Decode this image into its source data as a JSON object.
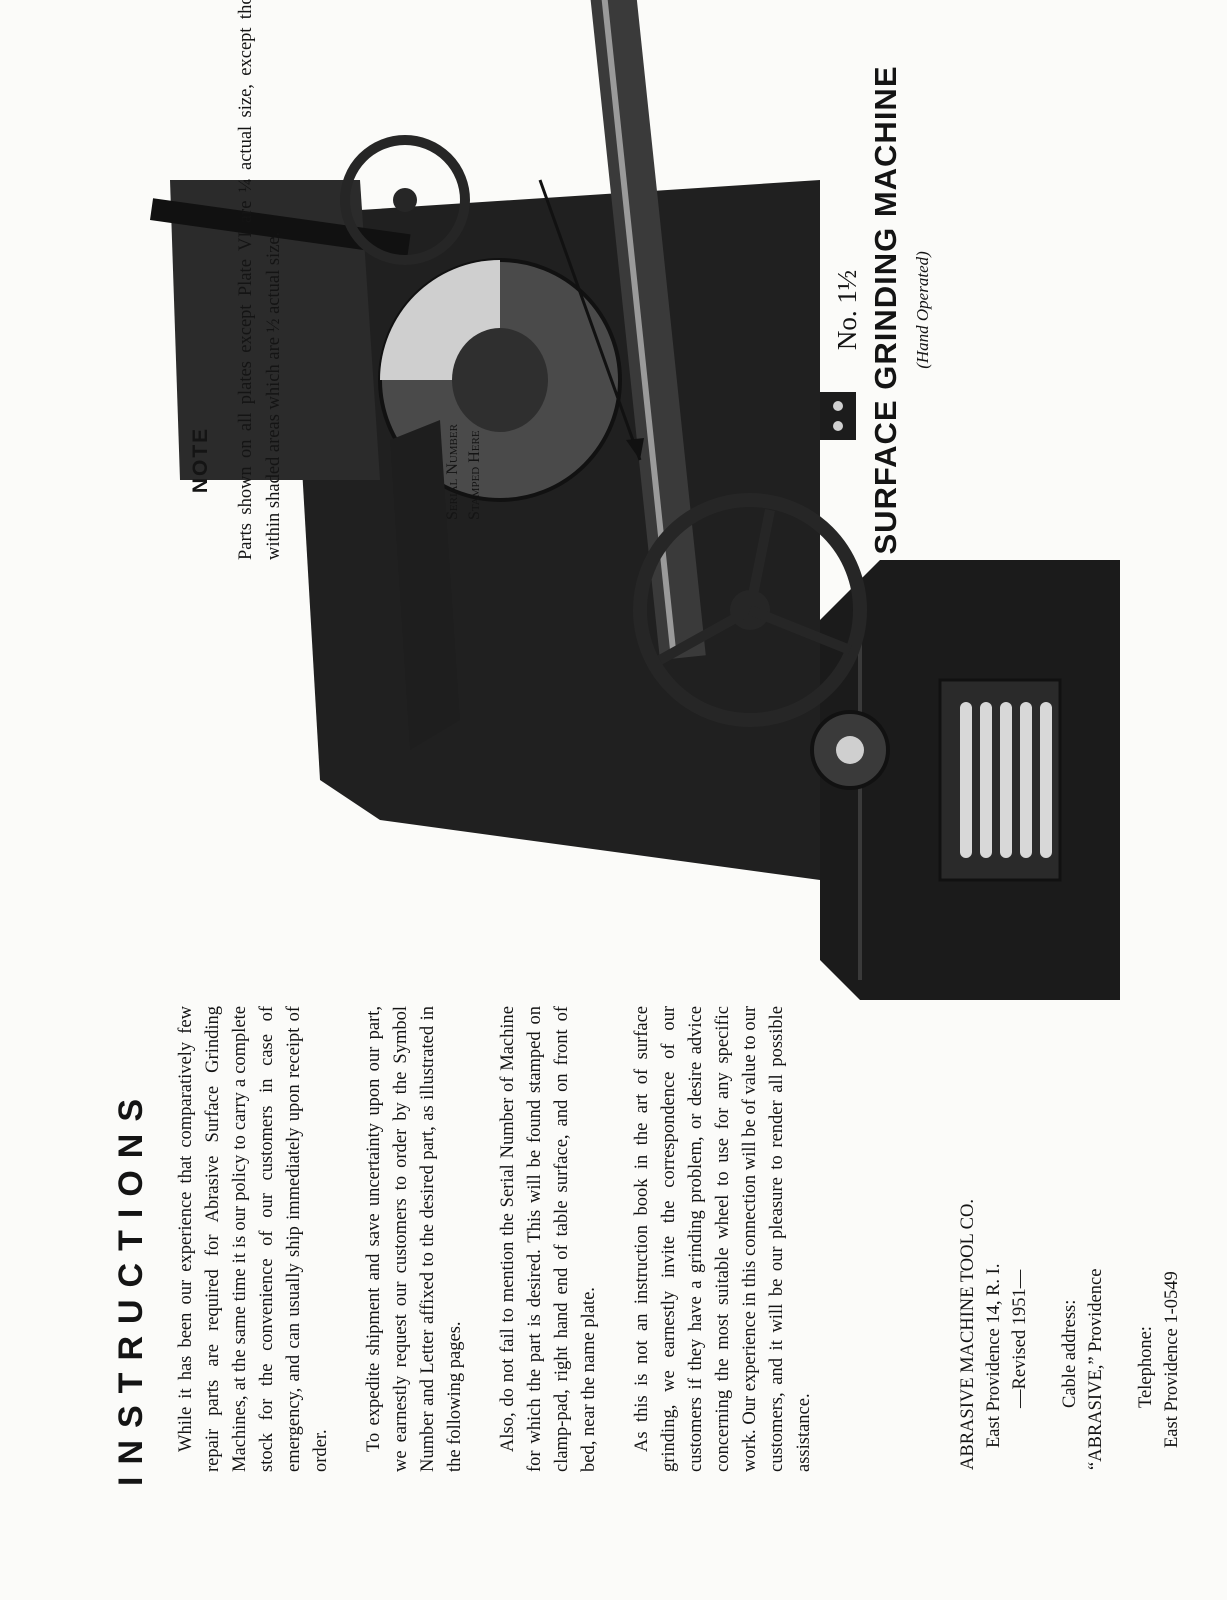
{
  "instructions": {
    "heading": "INSTRUCTIONS",
    "paragraphs": [
      "While it has been our experience that comparatively few repair parts are required for Abrasive Surface Grinding Machines, at the same time it is our policy to carry a complete stock for the convenience of our customers in case of emergency, and can usually ship immediately upon receipt of order.",
      "To expedite shipment and save uncertainty upon our part, we earnestly request our customers to order by the Symbol Number and Letter affixed to the desired part, as illustrated in the following pages.",
      "Also, do not fail to mention the Serial Number of Machine for which the part is desired. This will be found stamped on clamp-pad, right hand end of table surface, and on front of bed, near the name plate.",
      "As this is not an instruction book in the art of surface grinding, we earnestly invite the correspondence of our customers if they have a grinding problem, or desire advice concerning the most suitable wheel to use for any specific work. Our experience in this connection will be of value to our customers, and it will be our pleasure to render all possible assistance."
    ]
  },
  "company": {
    "name": "ABRASIVE MACHINE TOOL CO.",
    "address": "East Providence 14, R. I.",
    "revised": "—Revised 1951—",
    "cable_label": "Cable address:",
    "cable_value": "“ABRASIVE,” Providence",
    "phone_label": "Telephone:",
    "phone_value": "East Providence 1-0549"
  },
  "note": {
    "title": "NOTE",
    "body": "Parts shown on all plates except Plate VI are ¼ actual size, except those within shaded areas which are ½ actual size."
  },
  "callout": {
    "line1": "Serial Number",
    "line2": "Stamped Here"
  },
  "machine_title": {
    "number": "No. 1½",
    "name": "SURFACE GRINDING MACHINE",
    "subtitle": "(Hand Operated)"
  }
}
